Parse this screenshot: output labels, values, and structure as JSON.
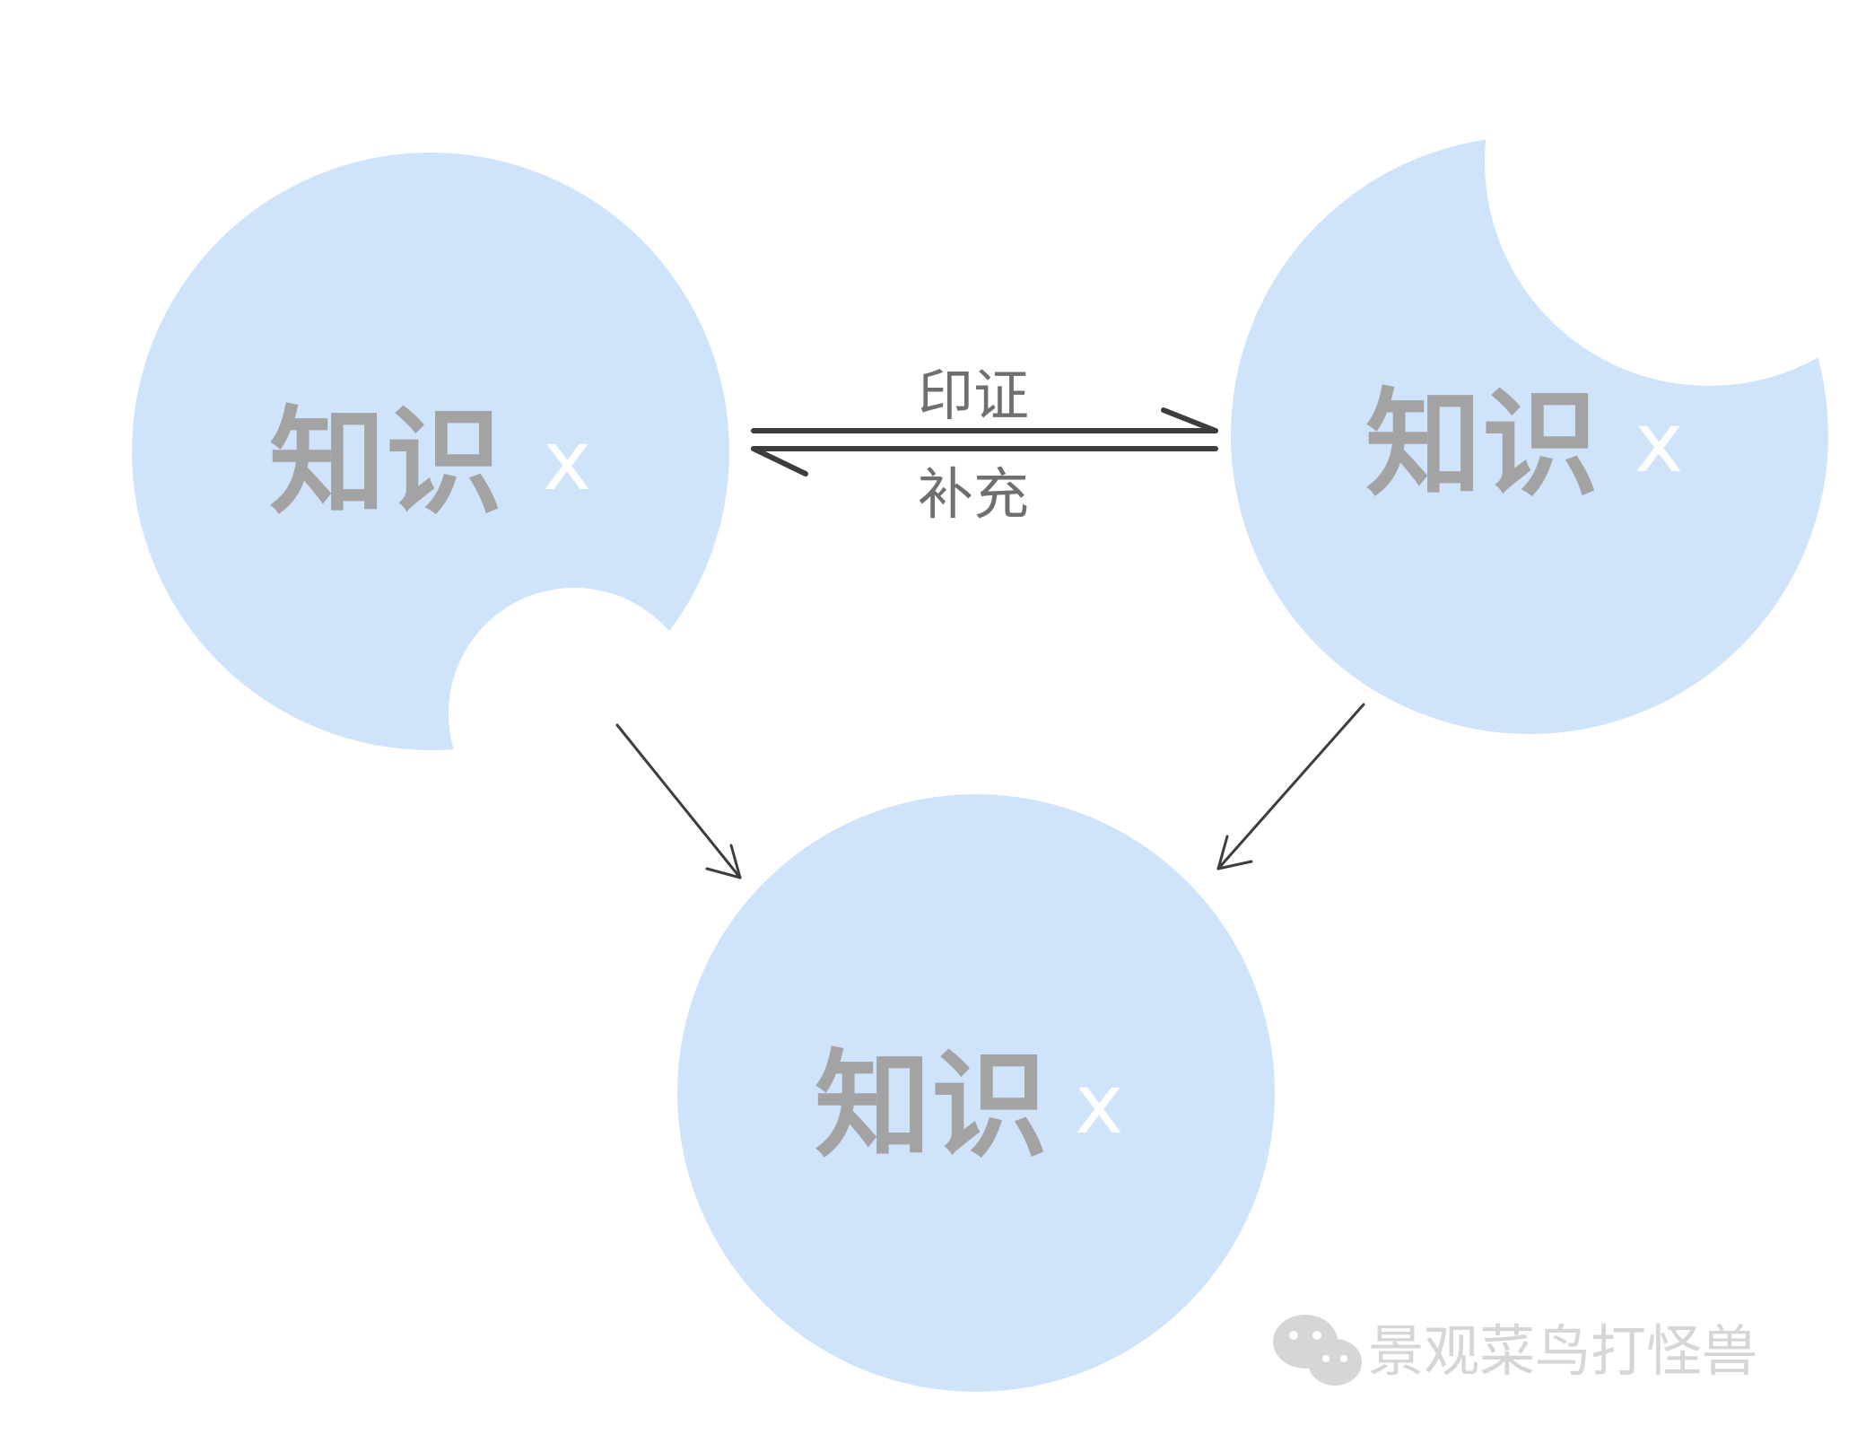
{
  "colors": {
    "background": "#ffffff",
    "circle_fill": "#cfe3fa",
    "keyword_text": "#a3a3a3",
    "x_text": "#ffffff",
    "arrow": "#3d3d3d",
    "edge_label": "#6f6f6f",
    "watermark": "#d6d6d6"
  },
  "nodes": [
    {
      "id": "left",
      "keyword": "知识",
      "mark": "x"
    },
    {
      "id": "right",
      "keyword": "知识",
      "mark": "x"
    },
    {
      "id": "bottom",
      "keyword": "知识",
      "mark": "x"
    }
  ],
  "edges": {
    "forward_label": "印证",
    "backward_label": "补充"
  },
  "watermark": {
    "icon": "wechat-icon",
    "text": "景观菜鸟打怪兽"
  }
}
